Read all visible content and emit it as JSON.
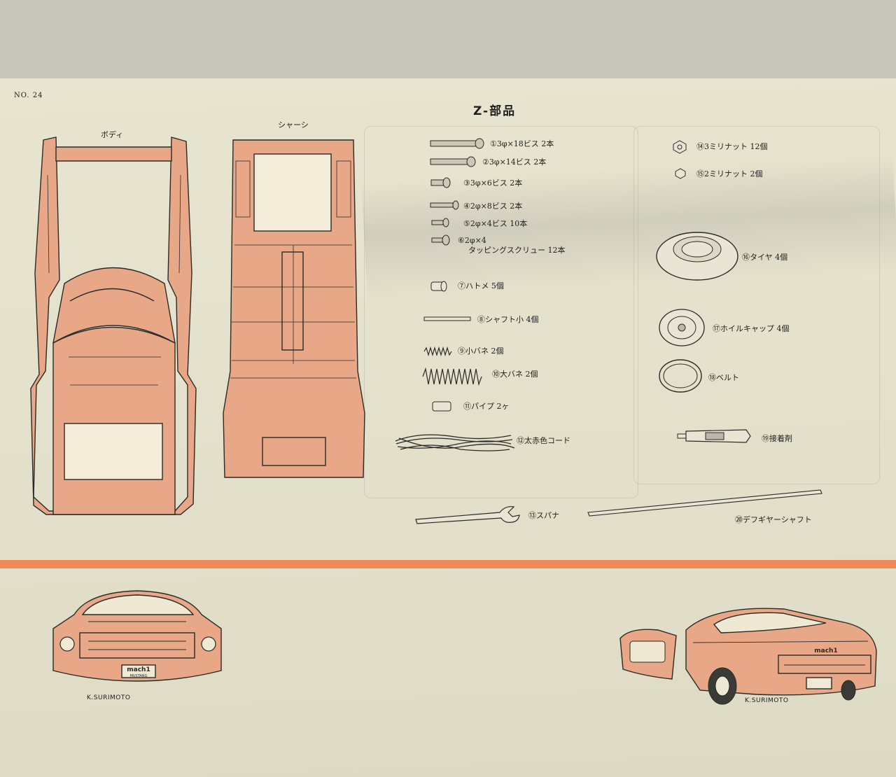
{
  "page_number": "NO. 24",
  "title": "Z-部品",
  "captions": {
    "body": "ボディ",
    "chassis": "シャーシ"
  },
  "parts": [
    {
      "num": "①",
      "text": "3φ×18ビス 2本"
    },
    {
      "num": "②",
      "text": "3φ×14ビス 2本"
    },
    {
      "num": "③",
      "text": "3φ×6ビス 2本"
    },
    {
      "num": "④",
      "text": "2φ×8ビス 2本"
    },
    {
      "num": "⑤",
      "text": "2φ×4ビス 10本"
    },
    {
      "num": "⑥",
      "text": "2φ×4",
      "text2": "タッピングスクリュー 12本"
    },
    {
      "num": "⑦",
      "text": "ハトメ 5個"
    },
    {
      "num": "⑧",
      "text": "シャフト小 4個"
    },
    {
      "num": "⑨",
      "text": "小バネ 2個"
    },
    {
      "num": "⑩",
      "text": "大バネ 2個"
    },
    {
      "num": "⑪",
      "text": "パイプ 2ヶ"
    },
    {
      "num": "⑫",
      "text": "太赤色コード"
    },
    {
      "num": "⑬",
      "text": "スパナ"
    },
    {
      "num": "⑭",
      "text": "3ミリナット 12個"
    },
    {
      "num": "⑮",
      "text": "2ミリナット 2個"
    },
    {
      "num": "⑯",
      "text": "タイヤ 4個"
    },
    {
      "num": "⑰",
      "text": "ホイルキャップ 4個"
    },
    {
      "num": "⑱",
      "text": "ベルト"
    },
    {
      "num": "⑲",
      "text": "接着剤"
    },
    {
      "num": "⑳",
      "text": "デフギヤーシャフト"
    }
  ],
  "plate_text": {
    "front_top": "mach1",
    "front_bottom": "MUSTANG",
    "rear": "mach1"
  },
  "signatures": {
    "front": "K.SURIMOTO",
    "rear": "K.SURIMOTO"
  },
  "colors": {
    "part_fill": "#e8a888",
    "line": "#2a2a28",
    "stripe": "#ee8a55",
    "paper": "#e6e3ce"
  }
}
